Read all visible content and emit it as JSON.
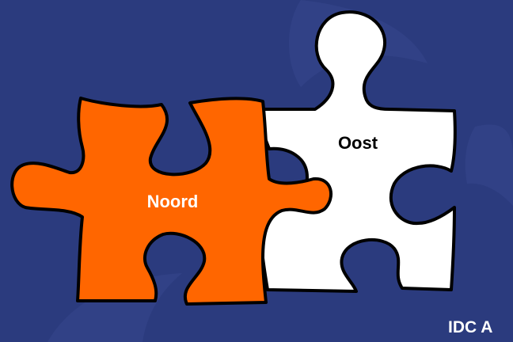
{
  "pieces": {
    "orange": {
      "label": "Noord",
      "fill": "#ff6600",
      "text_color": "#ffffff"
    },
    "white": {
      "label": "Oost",
      "fill": "#ffffff",
      "text_color": "#000000"
    }
  },
  "footer": {
    "text": "IDC A"
  },
  "colors": {
    "background": "#2b3b7e",
    "background_swoosh": "#34448a",
    "outline": "#000000"
  }
}
